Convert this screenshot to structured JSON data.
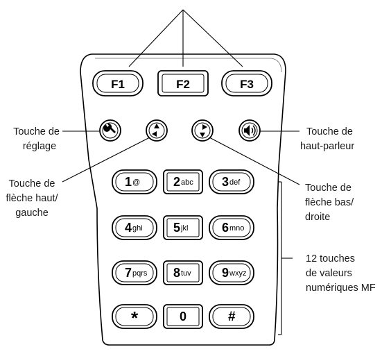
{
  "function_keys": [
    "F1",
    "F2",
    "F3"
  ],
  "keypad": [
    {
      "digit": "1",
      "sub": "@"
    },
    {
      "digit": "2",
      "sub": "abc"
    },
    {
      "digit": "3",
      "sub": "def"
    },
    {
      "digit": "4",
      "sub": "ghi"
    },
    {
      "digit": "5",
      "sub": "jkl"
    },
    {
      "digit": "6",
      "sub": "mno"
    },
    {
      "digit": "7",
      "sub": "pqrs"
    },
    {
      "digit": "8",
      "sub": "tuv"
    },
    {
      "digit": "9",
      "sub": "wxyz"
    },
    {
      "digit": "*",
      "sub": ""
    },
    {
      "digit": "0",
      "sub": ""
    },
    {
      "digit": "#",
      "sub": ""
    }
  ],
  "labels": {
    "reglage": [
      "Touche de",
      "réglage"
    ],
    "haut_parleur": [
      "Touche de",
      "haut-parleur"
    ],
    "fleche_haut": [
      "Touche de",
      "flèche haut/",
      "gauche"
    ],
    "fleche_bas": [
      "Touche de",
      "flèche bas/",
      "droite"
    ],
    "mf": [
      "12 touches",
      "de valeurs",
      "numériques MF"
    ]
  }
}
